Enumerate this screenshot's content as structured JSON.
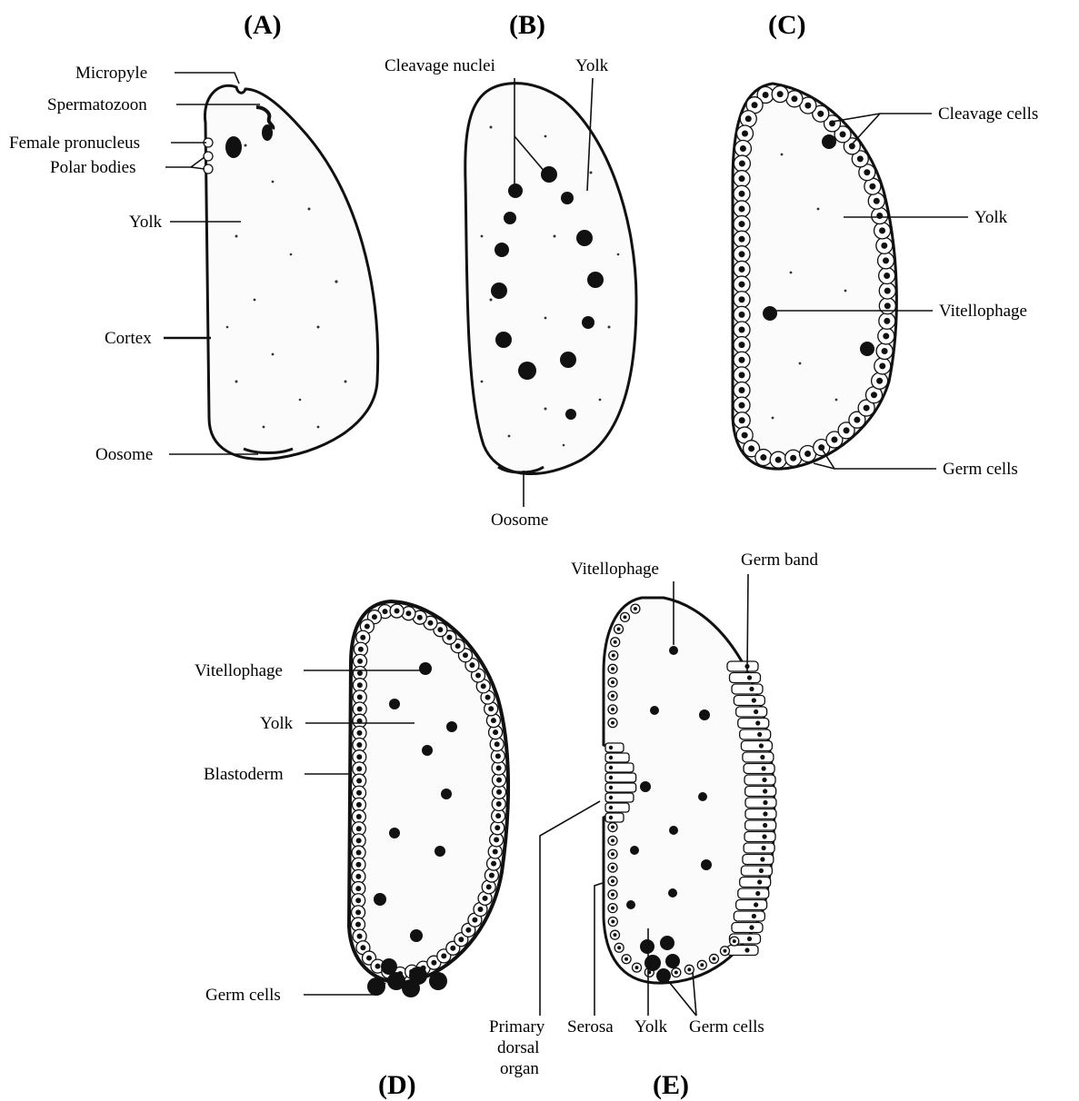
{
  "panels": {
    "A": {
      "letter": "(A)",
      "labels": {
        "micropyle": "Micropyle",
        "spermatozoon": "Spermatozoon",
        "female_pronucleus": "Female pronucleus",
        "polar_bodies": "Polar bodies",
        "yolk": "Yolk",
        "cortex": "Cortex",
        "oosome": "Oosome"
      }
    },
    "B": {
      "letter": "(B)",
      "labels": {
        "cleavage_nuclei": "Cleavage nuclei",
        "yolk": "Yolk",
        "oosome": "Oosome"
      }
    },
    "C": {
      "letter": "(C)",
      "labels": {
        "cleavage_cells": "Cleavage cells",
        "yolk": "Yolk",
        "vitellophage": "Vitellophage",
        "germ_cells": "Germ cells"
      }
    },
    "D": {
      "letter": "(D)",
      "labels": {
        "vitellophage": "Vitellophage",
        "yolk": "Yolk",
        "blastoderm": "Blastoderm",
        "germ_cells": "Germ cells"
      }
    },
    "E": {
      "letter": "(E)",
      "labels": {
        "vitellophage": "Vitellophage",
        "germ_band": "Germ band",
        "primary_dorsal_organ_1": "Primary",
        "primary_dorsal_organ_2": "dorsal",
        "primary_dorsal_organ_3": "organ",
        "serosa": "Serosa",
        "yolk": "Yolk",
        "germ_cells": "Germ cells"
      }
    }
  }
}
